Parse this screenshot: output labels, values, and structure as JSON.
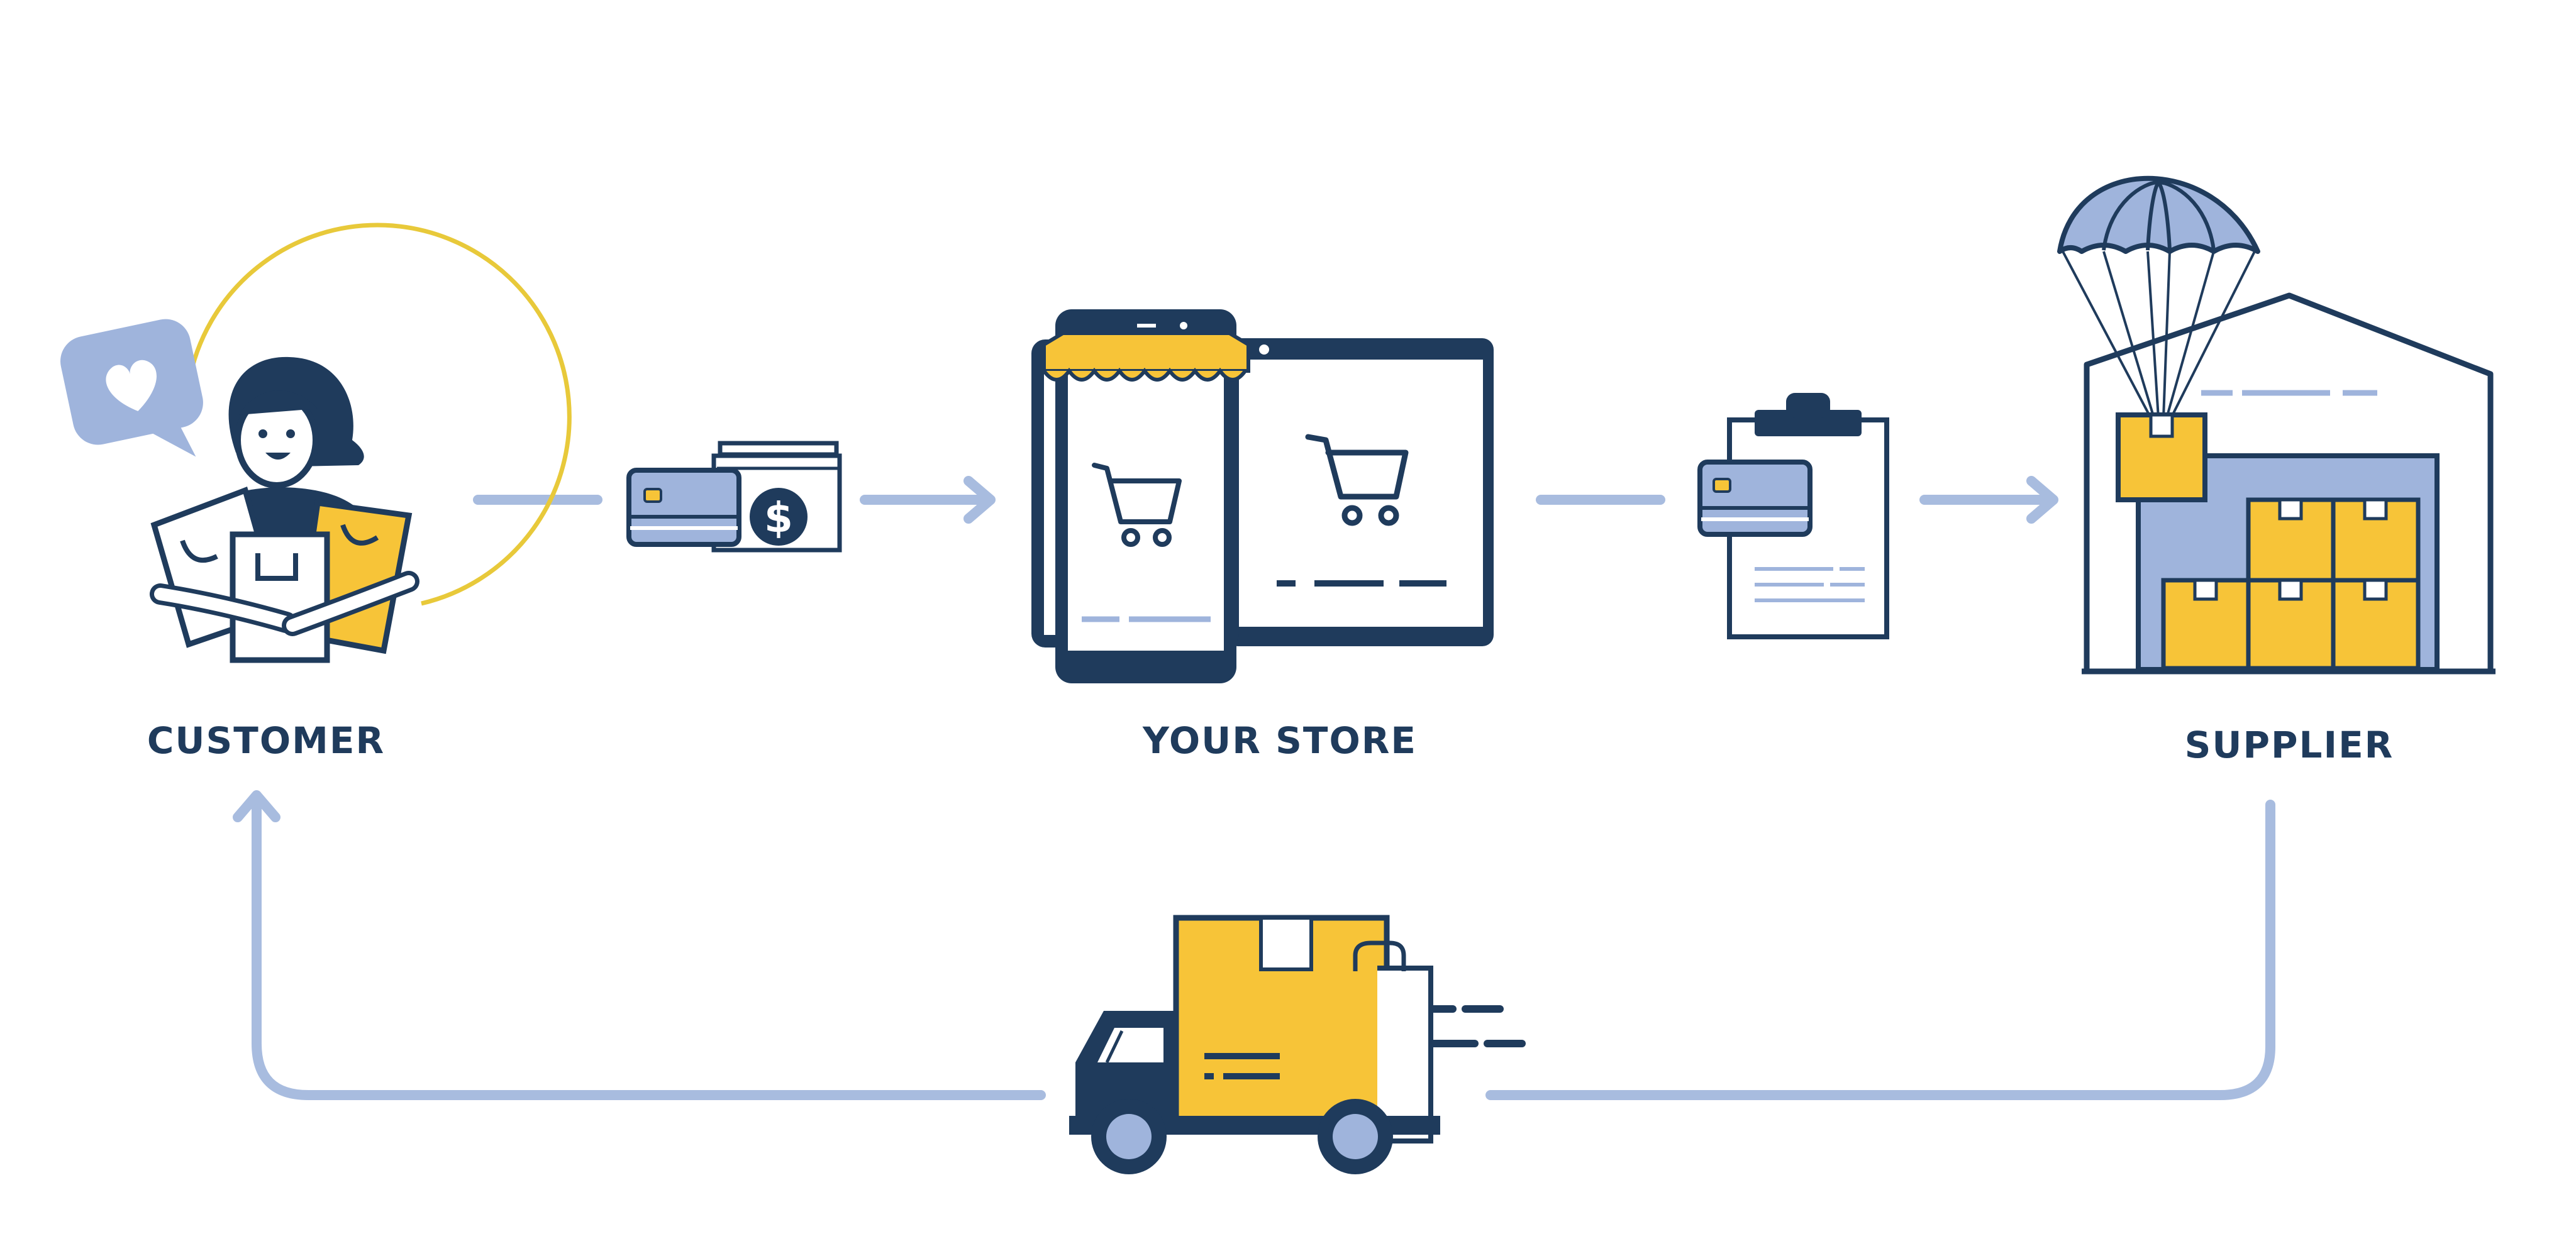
{
  "nodes": [
    {
      "id": "customer",
      "label": "CUSTOMER"
    },
    {
      "id": "store",
      "label": "YOUR STORE"
    },
    {
      "id": "supplier",
      "label": "SUPPLIER"
    }
  ],
  "payment_icon": {
    "currency_symbol": "$"
  },
  "colors": {
    "navy": "#1f3b5c",
    "blue_light": "#9fb4dc",
    "yellow": "#f7c438",
    "arrow": "#a8bcdf",
    "white": "#ffffff"
  },
  "icons": [
    "heart-bubble-icon",
    "customer-with-bags-icon",
    "card-and-cash-icon",
    "storefront-devices-icon",
    "cart-icon",
    "card-and-order-clipboard-icon",
    "warehouse-icon",
    "parachute-box-icon",
    "delivery-truck-icon"
  ]
}
